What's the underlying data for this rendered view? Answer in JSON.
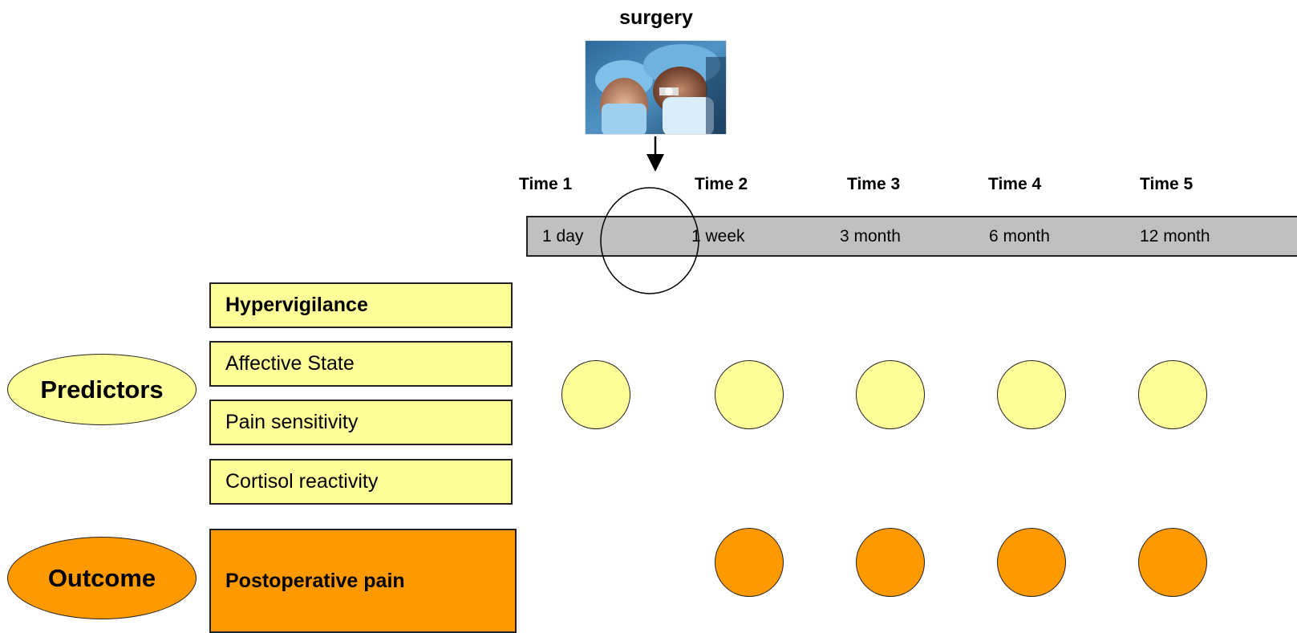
{
  "header": {
    "event_label": "surgery"
  },
  "timepoints": [
    {
      "label": "Time 1",
      "interval": "1 day"
    },
    {
      "label": "Time 2",
      "interval": "1 week"
    },
    {
      "label": "Time 3",
      "interval": "3 month"
    },
    {
      "label": "Time 4",
      "interval": "6 month"
    },
    {
      "label": "Time 5",
      "interval": "12 month"
    }
  ],
  "groups": {
    "predictors": {
      "label": "Predictors",
      "color": "#ffff99",
      "items": [
        "Hypervigilance",
        "Affective State",
        "Pain sensitivity",
        "Cortisol reactivity"
      ],
      "measured_at": [
        "Time 1",
        "Time 2",
        "Time 3",
        "Time 4",
        "Time 5"
      ]
    },
    "outcome": {
      "label": "Outcome",
      "color": "#ff9900",
      "items": [
        "Postoperative pain"
      ],
      "measured_at": [
        "Time 2",
        "Time 3",
        "Time 4",
        "Time 5"
      ]
    }
  },
  "timeline_color": "#c0c0c0"
}
